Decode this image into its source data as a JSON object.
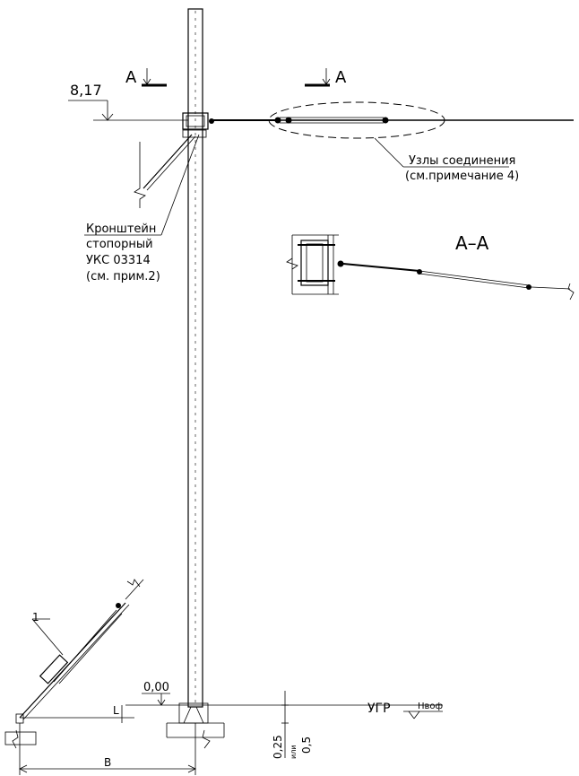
{
  "title": "",
  "labels": {
    "height_mark": "8,17",
    "section_letter_left": "А",
    "section_letter_right": "А",
    "section_title": "А–А",
    "joints_line1": "Узлы соединения",
    "joints_line2": "(см.примечание 4)",
    "bracket_line1": "Кронштейн",
    "bracket_line2": "стопорный",
    "bracket_line3": "УКС 03314",
    "bracket_line4": "(см. прим.2)",
    "callout_number": "1",
    "zero_mark": "0,00",
    "ground_level": "УГР",
    "foundation_mark": "Нвоф",
    "dim_L": "L",
    "dim_B": "В",
    "depth_1": "0,25",
    "depth_or": "или",
    "depth_2": "0,5"
  },
  "colors": {
    "ink": "#000000",
    "paper": "#ffffff"
  }
}
